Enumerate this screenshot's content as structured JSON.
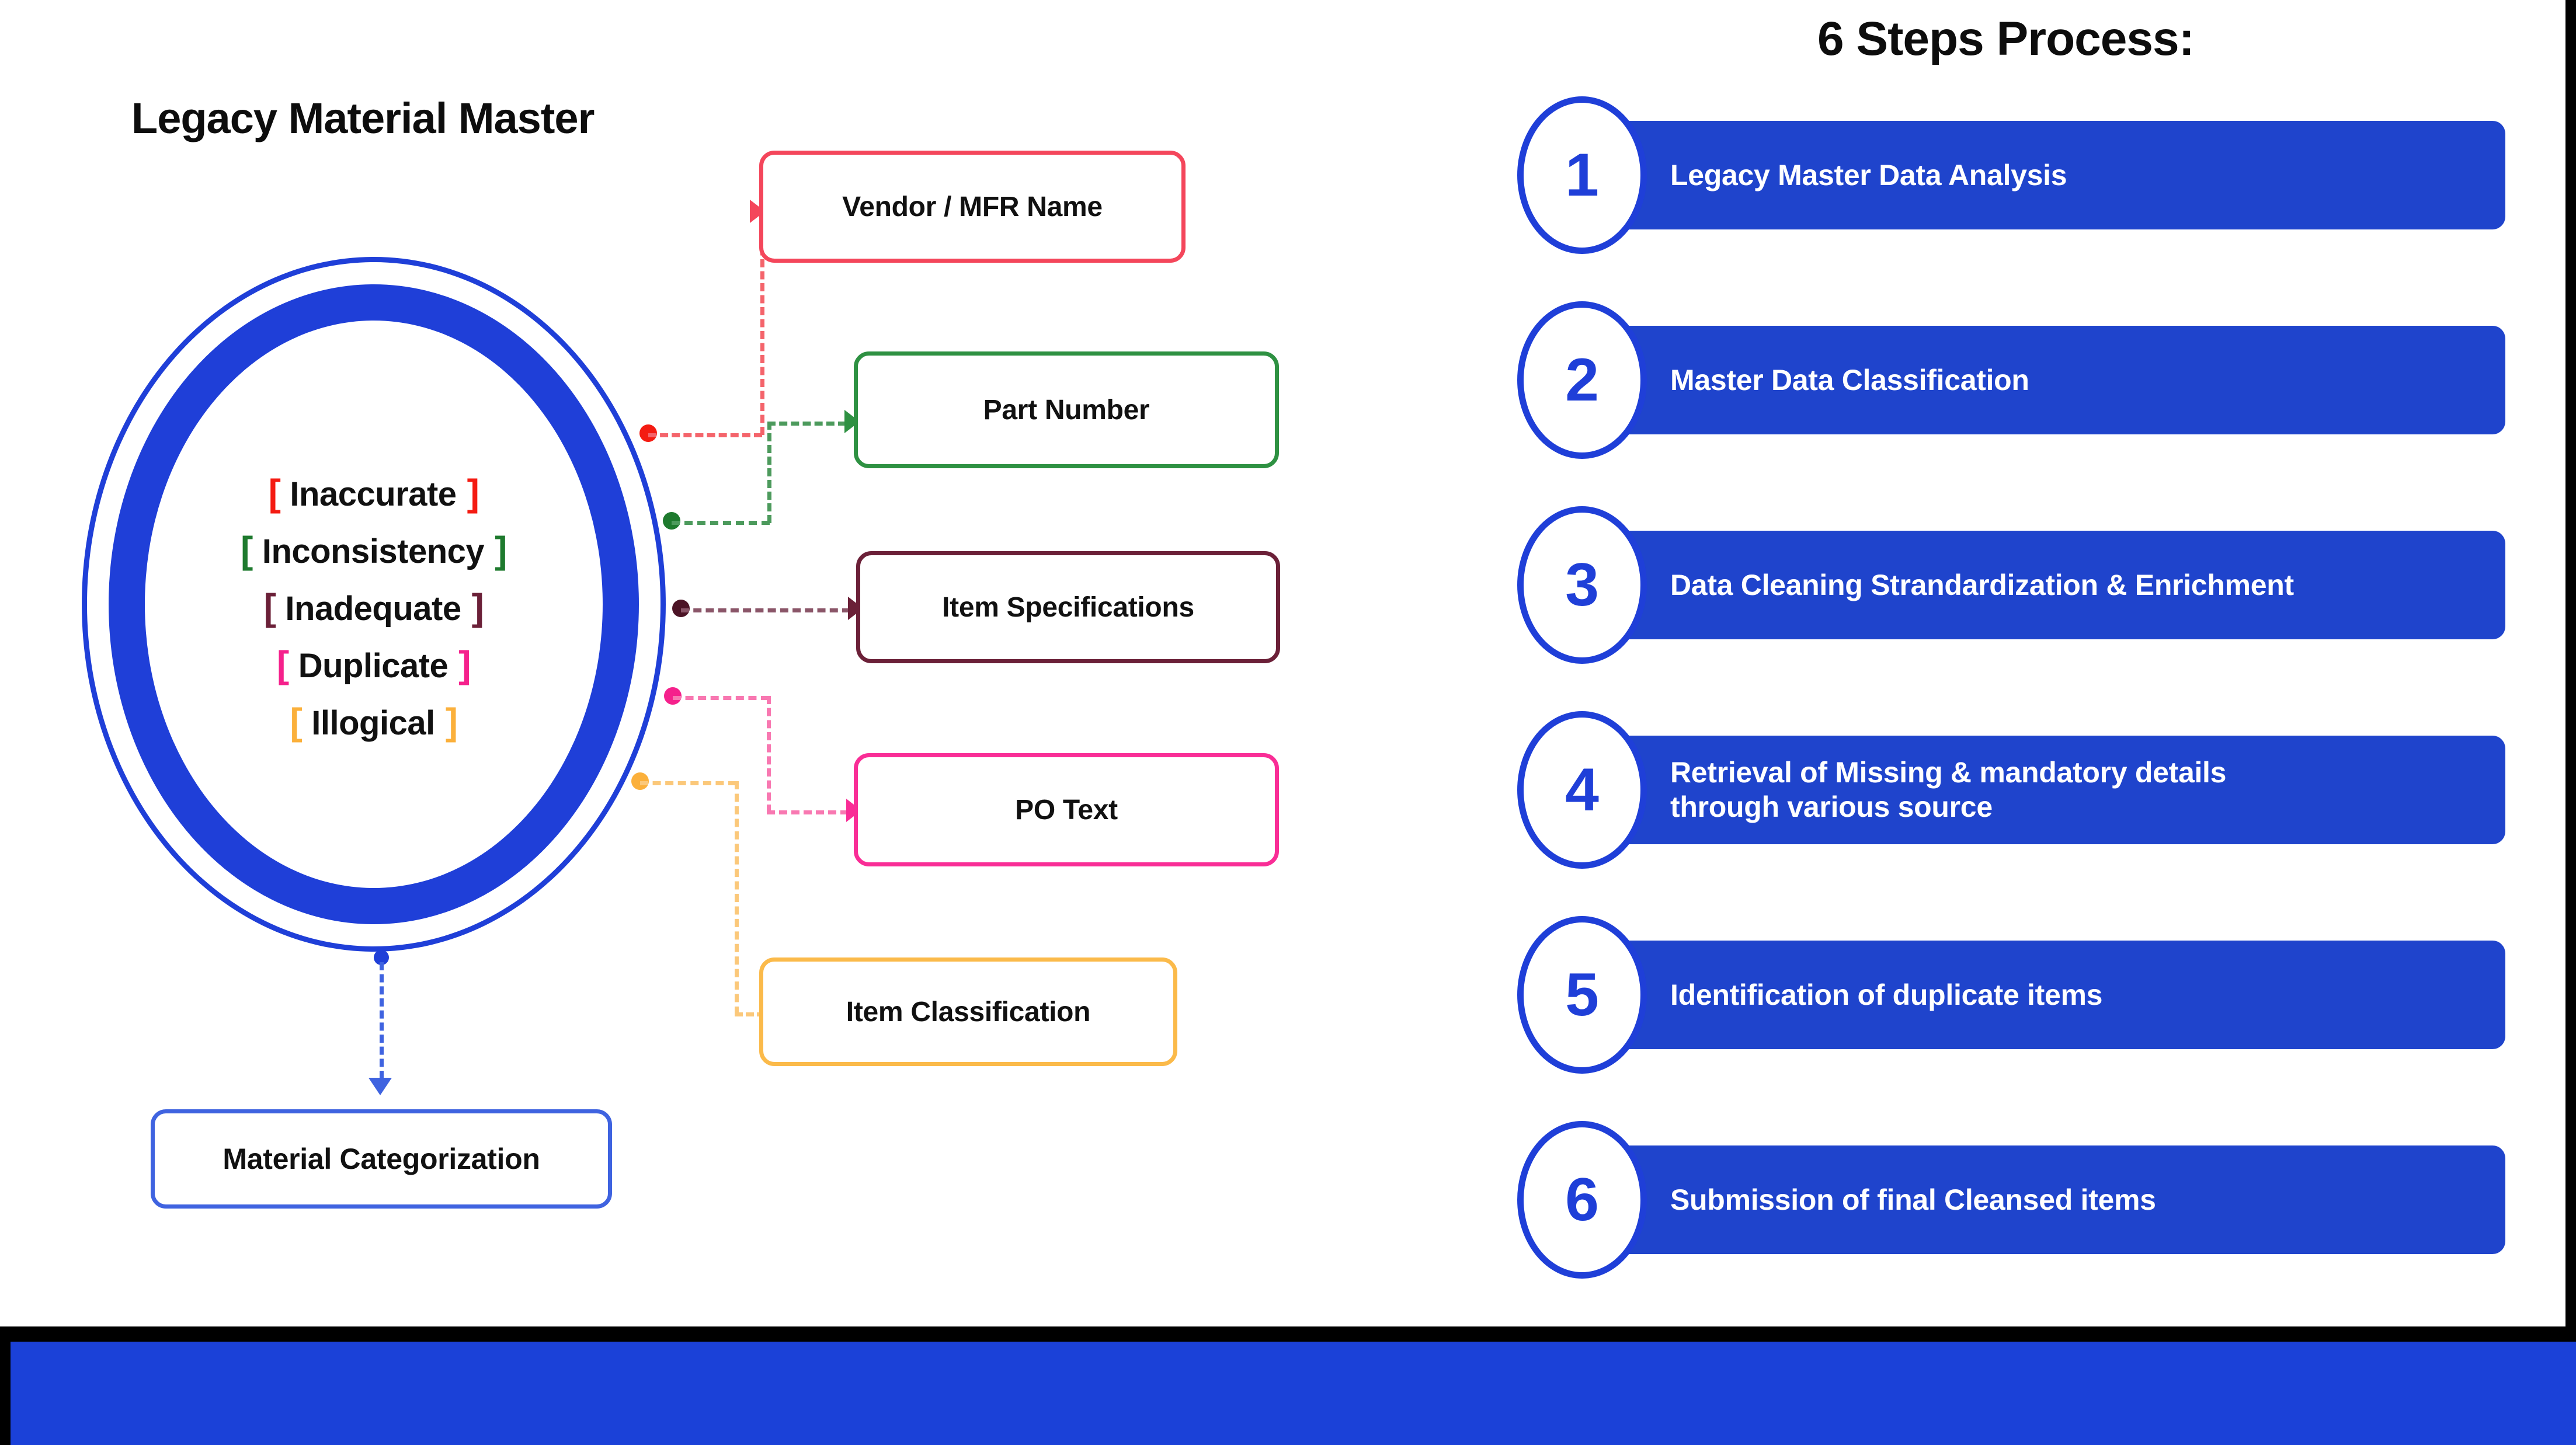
{
  "left": {
    "title": "Legacy Material Master",
    "defects": [
      {
        "label": "Inaccurate",
        "open": "[",
        "close": "]",
        "color": "#F41B12"
      },
      {
        "label": "Inconsistency",
        "open": "[",
        "close": "]",
        "color": "#1E7A2E"
      },
      {
        "label": "Inadequate",
        "open": "[",
        "close": "]",
        "color": "#6B2038"
      },
      {
        "label": "Duplicate",
        "open": "[",
        "close": "]",
        "color": "#F5218C"
      },
      {
        "label": "Illogical",
        "open": "[",
        "close": "]",
        "color": "#FBB03B"
      }
    ],
    "callouts": [
      {
        "label": "Vendor / MFR Name",
        "color": "#F4465B"
      },
      {
        "label": "Part Number",
        "color": "#2E9142"
      },
      {
        "label": "Item Specifications",
        "color": "#6B2038"
      },
      {
        "label": "PO Text",
        "color": "#F92D96"
      },
      {
        "label": "Item Classification",
        "color": "#FBBA4A"
      }
    ],
    "material_categorization": "Material Categorization",
    "ring_color": "#1F3FD8"
  },
  "steps": {
    "title": "6 Steps Process:",
    "bar_color": "#1F44CC",
    "circle_color": "#1F3FD8",
    "items": [
      {
        "number": "1",
        "label": "Legacy Master Data Analysis"
      },
      {
        "number": "2",
        "label": "Master Data Classification"
      },
      {
        "number": "3",
        "label": "Data Cleaning Strandardization & Enrichment"
      },
      {
        "number": "4",
        "label": "Retrieval of Missing & mandatory details\nthrough various source"
      },
      {
        "number": "5",
        "label": "Identification of duplicate items"
      },
      {
        "number": "6",
        "label": "Submission of final Cleansed items"
      }
    ]
  },
  "footer": {
    "black_color": "#000000",
    "blue_color": "#1B41D8"
  }
}
